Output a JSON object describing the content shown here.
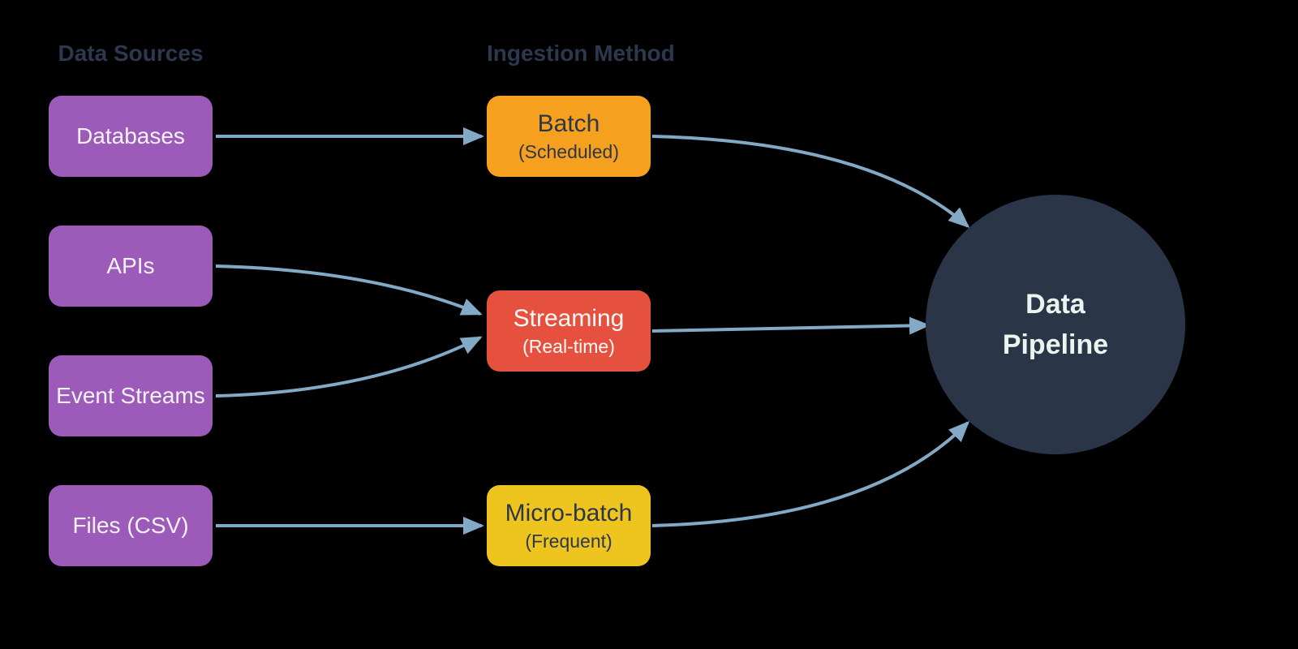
{
  "diagram": {
    "background_color": "#000000",
    "headers": {
      "sources": "Data Sources",
      "ingestion": "Ingestion Method"
    },
    "sources": [
      {
        "label": "Databases",
        "color": "#9d5bb9",
        "text_color": "#f4f1f7"
      },
      {
        "label": "APIs",
        "color": "#9d5bb9",
        "text_color": "#f4f1f7"
      },
      {
        "label": "Event Streams",
        "color": "#9d5bb9",
        "text_color": "#f4f1f7"
      },
      {
        "label": "Files (CSV)",
        "color": "#9d5bb9",
        "text_color": "#f4f1f7"
      }
    ],
    "ingestion": [
      {
        "title": "Batch",
        "subtitle": "(Scheduled)",
        "color": "#f5a01e",
        "text_color": "#2d3748"
      },
      {
        "title": "Streaming",
        "subtitle": "(Real-time)",
        "color": "#e5513e",
        "text_color": "#fdfaf7"
      },
      {
        "title": "Micro-batch",
        "subtitle": "(Frequent)",
        "color": "#eec51e",
        "text_color": "#2d3748"
      }
    ],
    "sink": {
      "title": "Data\nPipeline",
      "color": "#2b3548",
      "text_color": "#e9f5ee"
    },
    "edges": [
      {
        "from": "Databases",
        "to": "Batch"
      },
      {
        "from": "APIs",
        "to": "Streaming"
      },
      {
        "from": "Event Streams",
        "to": "Streaming"
      },
      {
        "from": "Files (CSV)",
        "to": "Micro-batch"
      },
      {
        "from": "Batch",
        "to": "Data Pipeline"
      },
      {
        "from": "Streaming",
        "to": "Data Pipeline"
      },
      {
        "from": "Micro-batch",
        "to": "Data Pipeline"
      }
    ],
    "arrow_color": "#82aac6",
    "header_text_color": "#2d384e"
  }
}
